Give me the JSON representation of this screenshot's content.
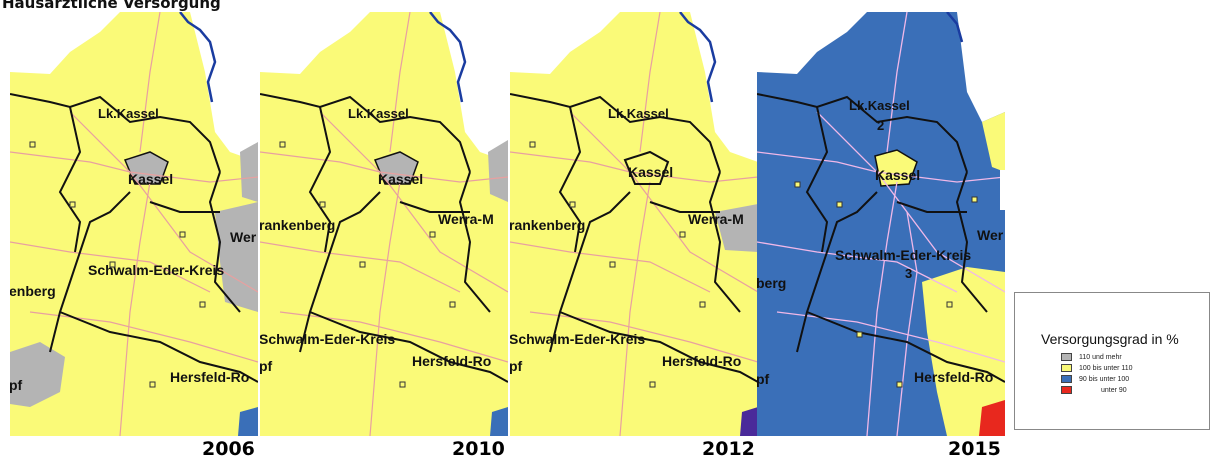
{
  "title": "Hausärztliche Versorgung",
  "colors": {
    "grey_110_plus": "#b4b4b4",
    "yellow_100_110": "#fafa78",
    "blue_90_100": "#3a6fb8",
    "red_below_90": "#e8281e",
    "border": "#111111",
    "roads": "#e8a0a0",
    "river": "#1a3ca0"
  },
  "panels": [
    {
      "year": "2006",
      "labels": {
        "kassel_lk": "Lk.Kassel",
        "kassel": "Kassel",
        "sek": "Schwalm-Eder-Kreis",
        "frankenberg": "enberg",
        "wer": "Wer",
        "hersfeld": "Hersfeld-Ro",
        "pf": "pf"
      }
    },
    {
      "year": "2010",
      "labels": {
        "kassel_lk": "Lk.Kassel",
        "kassel": "Kassel",
        "frankenberg": "rankenberg",
        "werra": "Werra-M",
        "sek": "Schwalm-Eder-Kreis",
        "hersfeld": "Hersfeld-Ro",
        "pf": "pf"
      }
    },
    {
      "year": "2012",
      "labels": {
        "kassel_lk": "Lk.Kassel",
        "kassel": "Kassel",
        "frankenberg": "rankenberg",
        "werra": "Werra-M",
        "sek": "Schwalm-Eder-Kreis",
        "hersfeld": "Hersfeld-Ro",
        "pf": "pf"
      }
    },
    {
      "year": "2015",
      "labels": {
        "kassel_lk": "Lk.Kassel",
        "num2": "2",
        "kassel": "Kassel",
        "sek": "Schwalm-Eder-Kreis",
        "num3": "3",
        "frankenberg": "berg",
        "wer": "Wer",
        "hersfeld": "Hersfeld-Ro",
        "pf": "pf"
      }
    }
  ],
  "legend": {
    "title": "Versorgungsgrad in %",
    "rows": [
      {
        "text": "110  und mehr",
        "color": "#b4b4b4"
      },
      {
        "text": "100   bis unter    110",
        "color": "#fafa78"
      },
      {
        "text": "90   bis unter    100",
        "color": "#3a6fb8"
      },
      {
        "text": "unter     90",
        "color": "#e8281e"
      }
    ]
  }
}
